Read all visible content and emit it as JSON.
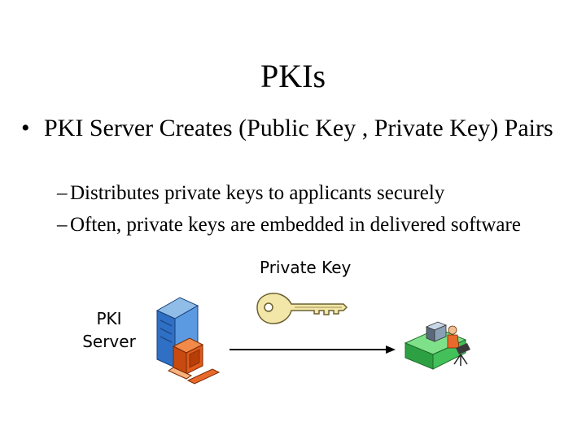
{
  "slide": {
    "title": "PKIs",
    "bullet": {
      "marker": "•",
      "text": "PKI Server Creates (Public Key , Private Key) Pairs"
    },
    "sub_bullets": [
      {
        "marker": "–",
        "text": "Distributes private keys to applicants securely"
      },
      {
        "marker": "–",
        "text": "Often, private keys are embedded in delivered software"
      }
    ],
    "diagram": {
      "key_label": "Private Key",
      "server_label_line1": "PKI",
      "server_label_line2": "Server",
      "icons": [
        "server-computer-icon",
        "key-icon",
        "arrow",
        "user-workstation-icon"
      ],
      "colors": {
        "key_fill": "#f2e6a8",
        "server_blue": "#3a7fd5",
        "computer_orange": "#e05a1a",
        "desk_green": "#38b84a",
        "arrow": "#000000"
      }
    }
  }
}
